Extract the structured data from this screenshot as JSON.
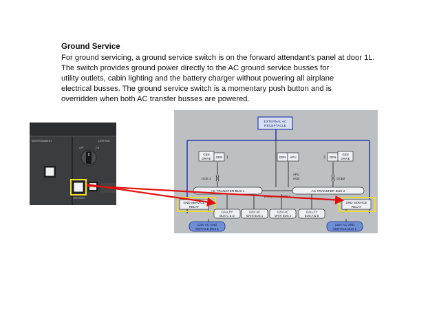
{
  "section": {
    "heading": "Ground Service",
    "lines": [
      "For ground servicing, a ground service switch is on the forward attendant’s panel at door 1L.",
      "The switch provides ground power directly to the AC ground service busses for",
      "utility outlets, cabin lighting and the battery charger without powering all airplane",
      "electrical busses. The ground service switch is a momentary push button and is",
      "overridden when both AC transfer busses are powered."
    ]
  },
  "panel": {
    "labels": {
      "entertainment": "ENTERTAINMENT",
      "lighting": "LIGHTING",
      "off": "OFF",
      "on": "ON",
      "ground_service": "GRD SERV"
    }
  },
  "schematic": {
    "external_ac": [
      "EXTERNAL AC",
      "RECEPTACLE"
    ],
    "gen_drive": [
      "GEN",
      "DRIVE"
    ],
    "gen": "GEN",
    "gen1_num": "1",
    "gen2_num": "2",
    "apu": "APU",
    "apu_gcb": [
      "APU",
      "GCB"
    ],
    "gcb1": "GCB 1",
    "gcb2": "GCB2",
    "btb1": "BTB 1",
    "btb2": "BTB 2",
    "xfer_bus1": "AC TRANSFER BUS 1",
    "xfer_bus2": "AC TRANSFER BUS 2",
    "gnd_relay": [
      "GND SERVICE",
      "RELAY"
    ],
    "galley_cd": [
      "GALLEY",
      "BUS C & D"
    ],
    "main_bus1": [
      "115V AC",
      "MAIN BUS 1"
    ],
    "main_bus2": [
      "115V AC",
      "MAIN BUS 2"
    ],
    "galley_ab": [
      "GALLEY",
      "BUS A & B"
    ],
    "gnd_bus1": [
      "115V AC GND",
      "SERVICE BUS 1"
    ],
    "gnd_bus2": [
      "115V AC GND",
      "SERVICE BUS 2"
    ]
  },
  "colors": {
    "schematic_bg": "#bcc0c3",
    "wire_blue": "#2a3fa8",
    "box_blue": "#6f8fd4",
    "highlight_yellow": "#f0e020",
    "arrow_red": "#e01010",
    "panel_dark": "#2b2d30"
  }
}
